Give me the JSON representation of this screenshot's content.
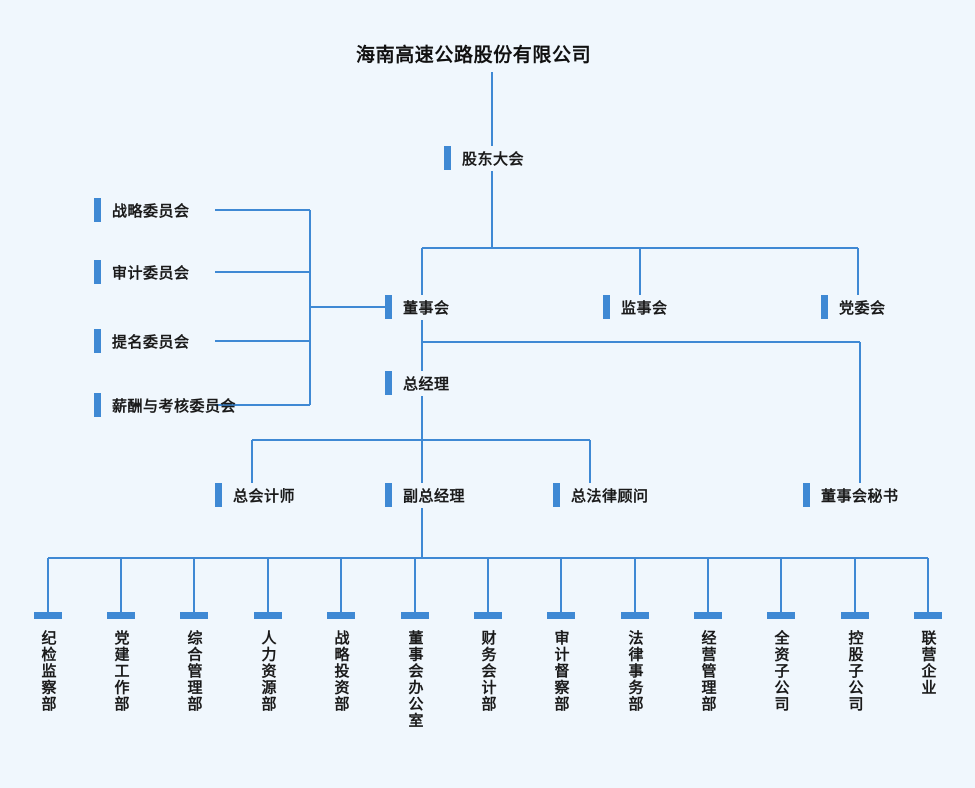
{
  "theme": {
    "background": "#f0f7fd",
    "accent": "#3f89d4",
    "line": "#3f89d4",
    "text": "#1a1a1a"
  },
  "chart_data": {
    "type": "diagram",
    "title": "海南高速公路股份有限公司",
    "levels": [
      {
        "name": "company",
        "nodes": [
          "海南高速公路股份有限公司"
        ]
      },
      {
        "name": "shareholders",
        "nodes": [
          "股东大会"
        ]
      },
      {
        "name": "governance",
        "nodes": [
          "董事会",
          "监事会",
          "党委会"
        ]
      },
      {
        "name": "committees",
        "nodes": [
          "战略委员会",
          "审计委员会",
          "提名委员会",
          "薪酬与考核委员会"
        ]
      },
      {
        "name": "management",
        "nodes": [
          "总经理"
        ]
      },
      {
        "name": "executives",
        "nodes": [
          "总会计师",
          "副总经理",
          "总法律顾问",
          "董事会秘书"
        ]
      },
      {
        "name": "departments",
        "nodes": [
          "纪检监察部",
          "党建工作部",
          "综合管理部",
          "人力资源部",
          "战略投资部",
          "董事会办公室",
          "财务会计部",
          "审计督察部",
          "法律事务部",
          "经营管理部",
          "全资子公司",
          "控股子公司",
          "联营企业"
        ]
      }
    ],
    "edges": [
      [
        "海南高速公路股份有限公司",
        "股东大会"
      ],
      [
        "股东大会",
        "董事会"
      ],
      [
        "股东大会",
        "监事会"
      ],
      [
        "股东大会",
        "党委会"
      ],
      [
        "战略委员会",
        "董事会"
      ],
      [
        "审计委员会",
        "董事会"
      ],
      [
        "提名委员会",
        "董事会"
      ],
      [
        "薪酬与考核委员会",
        "董事会"
      ],
      [
        "董事会",
        "总经理"
      ],
      [
        "董事会",
        "董事会秘书"
      ],
      [
        "总经理",
        "总会计师"
      ],
      [
        "总经理",
        "副总经理"
      ],
      [
        "总经理",
        "总法律顾问"
      ],
      [
        "副总经理",
        "纪检监察部"
      ],
      [
        "副总经理",
        "党建工作部"
      ],
      [
        "副总经理",
        "综合管理部"
      ],
      [
        "副总经理",
        "人力资源部"
      ],
      [
        "副总经理",
        "战略投资部"
      ],
      [
        "副总经理",
        "董事会办公室"
      ],
      [
        "副总经理",
        "财务会计部"
      ],
      [
        "副总经理",
        "审计督察部"
      ],
      [
        "副总经理",
        "法律事务部"
      ],
      [
        "副总经理",
        "经营管理部"
      ],
      [
        "副总经理",
        "全资子公司"
      ],
      [
        "副总经理",
        "控股子公司"
      ],
      [
        "副总经理",
        "联营企业"
      ]
    ]
  },
  "company": {
    "title": "海南高速公路股份有限公司"
  },
  "shareholders": {
    "label": "股东大会"
  },
  "governance": {
    "board": "董事会",
    "supervisors": "监事会",
    "party": "党委会"
  },
  "committees": {
    "items": [
      {
        "label": "战略委员会"
      },
      {
        "label": "审计委员会"
      },
      {
        "label": "提名委员会"
      },
      {
        "label": "薪酬与考核委员会"
      }
    ]
  },
  "management": {
    "general_manager": "总经理"
  },
  "executives": {
    "items": [
      {
        "label": "总会计师"
      },
      {
        "label": "副总经理"
      },
      {
        "label": "总法律顾问"
      },
      {
        "label": "董事会秘书"
      }
    ]
  },
  "departments": {
    "items": [
      {
        "label": "纪检监察部"
      },
      {
        "label": "党建工作部"
      },
      {
        "label": "综合管理部"
      },
      {
        "label": "人力资源部"
      },
      {
        "label": "战略投资部"
      },
      {
        "label": "董事会办公室"
      },
      {
        "label": "财务会计部"
      },
      {
        "label": "审计督察部"
      },
      {
        "label": "法律事务部"
      },
      {
        "label": "经营管理部"
      },
      {
        "label": "全资子公司"
      },
      {
        "label": "控股子公司"
      },
      {
        "label": "联营企业"
      }
    ]
  }
}
